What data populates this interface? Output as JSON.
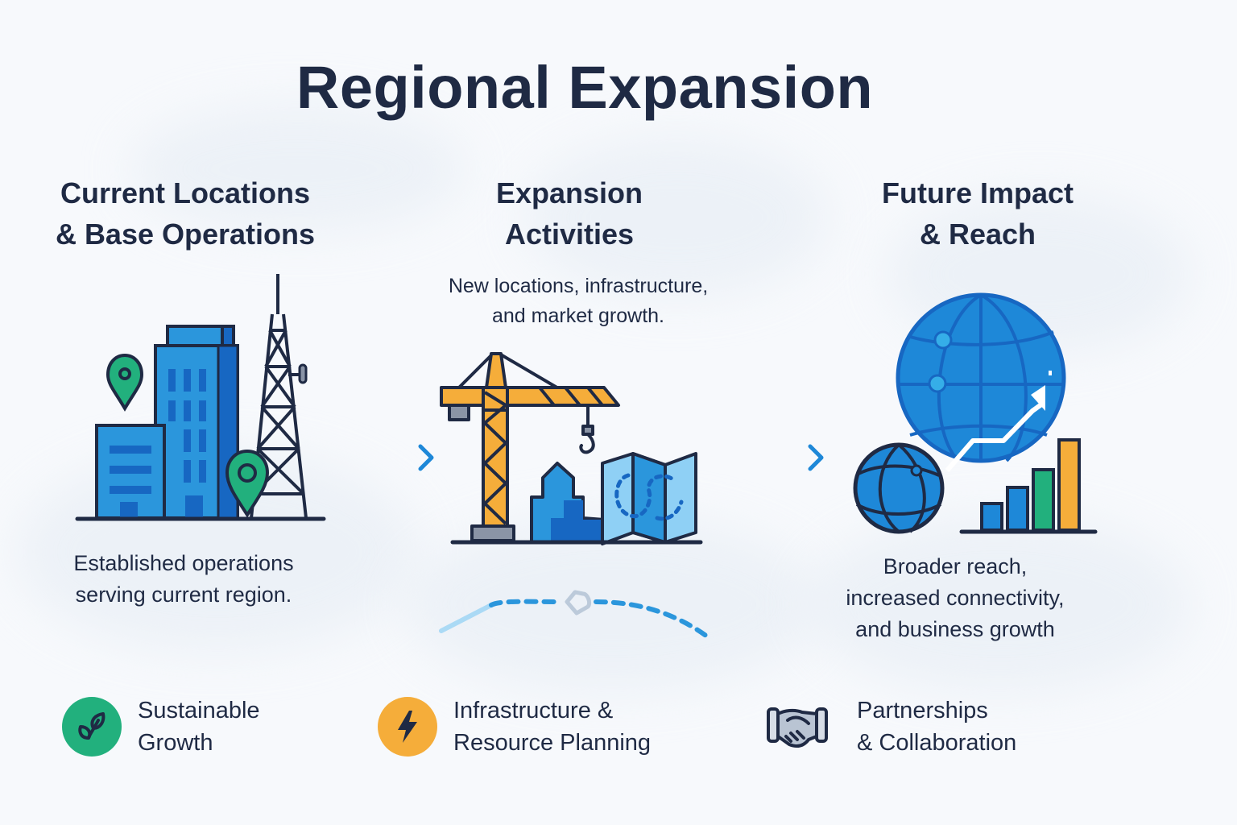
{
  "title": "Regional Expansion",
  "colors": {
    "navy": "#1f2a44",
    "blue": "#1e88d8",
    "blue_dark": "#1565c0",
    "blue_light": "#8fd0f5",
    "green": "#22b07d",
    "orange": "#f5ad3a",
    "gray": "#8a94a6"
  },
  "columns": [
    {
      "heading_line1": "Current Locations",
      "heading_line2": "& Base Operations",
      "description_line1": "Established operations",
      "description_line2": "serving current region.",
      "icon": "city-buildings-tower-pins-icon"
    },
    {
      "heading_line1": "Expansion",
      "heading_line2": "Activities",
      "description_line1": "New locations, infrastructure,",
      "description_line2": "and market growth.",
      "icon": "crane-building-map-icon"
    },
    {
      "heading_line1": "Future Impact",
      "heading_line2": "& Reach",
      "description_line1": "Broader reach,",
      "description_line2": "increased connectivity,",
      "description_line3": "and business growth",
      "icon": "globe-growth-chart-icon"
    }
  ],
  "features": [
    {
      "line1": "Sustainable",
      "line2": "Growth",
      "icon": "leaf-icon"
    },
    {
      "line1": "Infrastructure &",
      "line2": "Resource Planning",
      "icon": "lightning-bolt-icon"
    },
    {
      "line1": "Partnerships",
      "line2": "& Collaboration",
      "icon": "handshake-icon"
    }
  ]
}
